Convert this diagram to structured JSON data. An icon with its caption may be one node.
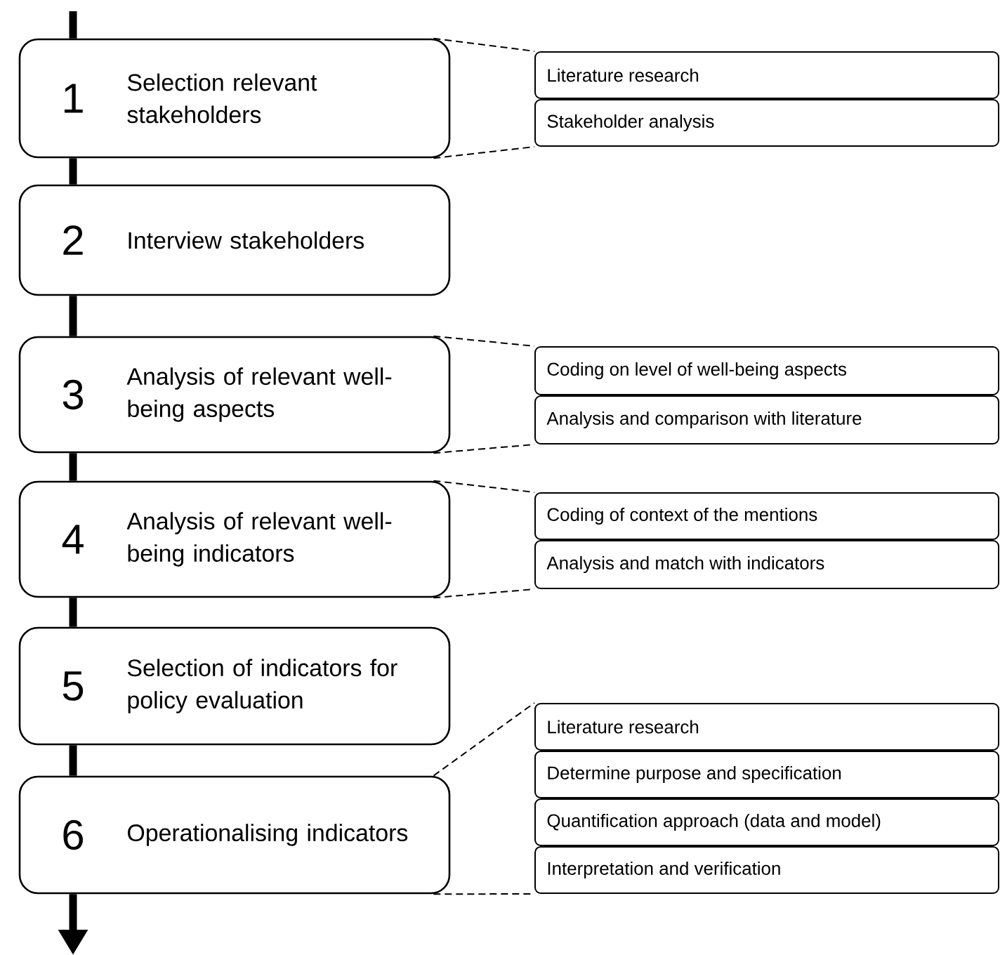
{
  "diagram": {
    "nodes": [
      {
        "text": [
          "1",
          "Selection relevant stakeholders"
        ]
      },
      {
        "text": [
          "2",
          "Interview stakeholders"
        ]
      },
      {
        "text": [
          "3",
          "Analysis of relevant well-being aspects"
        ]
      },
      {
        "text": [
          "4",
          "Analysis of relevant well-being indicators"
        ]
      },
      {
        "text": [
          "5",
          "Selection of indicators for policy evaluation"
        ]
      },
      {
        "text": [
          "6",
          "Operationalising indicators"
        ]
      },
      {
        "text": [
          "Literature research"
        ]
      },
      {
        "text": [
          "Stakeholder analysis"
        ]
      },
      {
        "text": [
          "Coding on level of well-being aspects"
        ]
      },
      {
        "text": [
          "Analysis and comparison with literature"
        ]
      },
      {
        "text": [
          "Coding of context of the mentions"
        ]
      },
      {
        "text": [
          "Analysis and match with indicators"
        ]
      },
      {
        "text": [
          "Literature research"
        ]
      },
      {
        "text": [
          "Determine purpose and specification"
        ]
      },
      {
        "text": [
          "Quantification approach (data and model)"
        ]
      },
      {
        "text": [
          "Interpretation and verification"
        ]
      }
    ],
    "edges": [
      {
        "from": null,
        "to": 0,
        "arrow": "none",
        "style": "thick"
      },
      {
        "from": 0,
        "to": 1,
        "arrow": "none",
        "style": "thick"
      },
      {
        "from": 1,
        "to": 2,
        "arrow": "none",
        "style": "thick"
      },
      {
        "from": 2,
        "to": 3,
        "arrow": "none",
        "style": "thick"
      },
      {
        "from": 3,
        "to": 4,
        "arrow": "none",
        "style": "thick"
      },
      {
        "from": 4,
        "to": 5,
        "arrow": "none",
        "style": "thick"
      },
      {
        "from": 5,
        "to": null,
        "arrow": "to",
        "style": "thick"
      },
      {
        "from": 0,
        "to": 6,
        "arrow": "none",
        "style": "dashed"
      },
      {
        "from": 0,
        "to": 7,
        "arrow": "none",
        "style": "dashed"
      },
      {
        "from": 2,
        "to": 8,
        "arrow": "none",
        "style": "dashed"
      },
      {
        "from": 2,
        "to": 9,
        "arrow": "none",
        "style": "dashed"
      },
      {
        "from": 3,
        "to": 10,
        "arrow": "none",
        "style": "dashed"
      },
      {
        "from": 3,
        "to": 11,
        "arrow": "none",
        "style": "dashed"
      },
      {
        "from": 5,
        "to": 12,
        "arrow": "none",
        "style": "dashed"
      },
      {
        "from": 5,
        "to": 15,
        "arrow": "none",
        "style": "dashed"
      }
    ]
  }
}
